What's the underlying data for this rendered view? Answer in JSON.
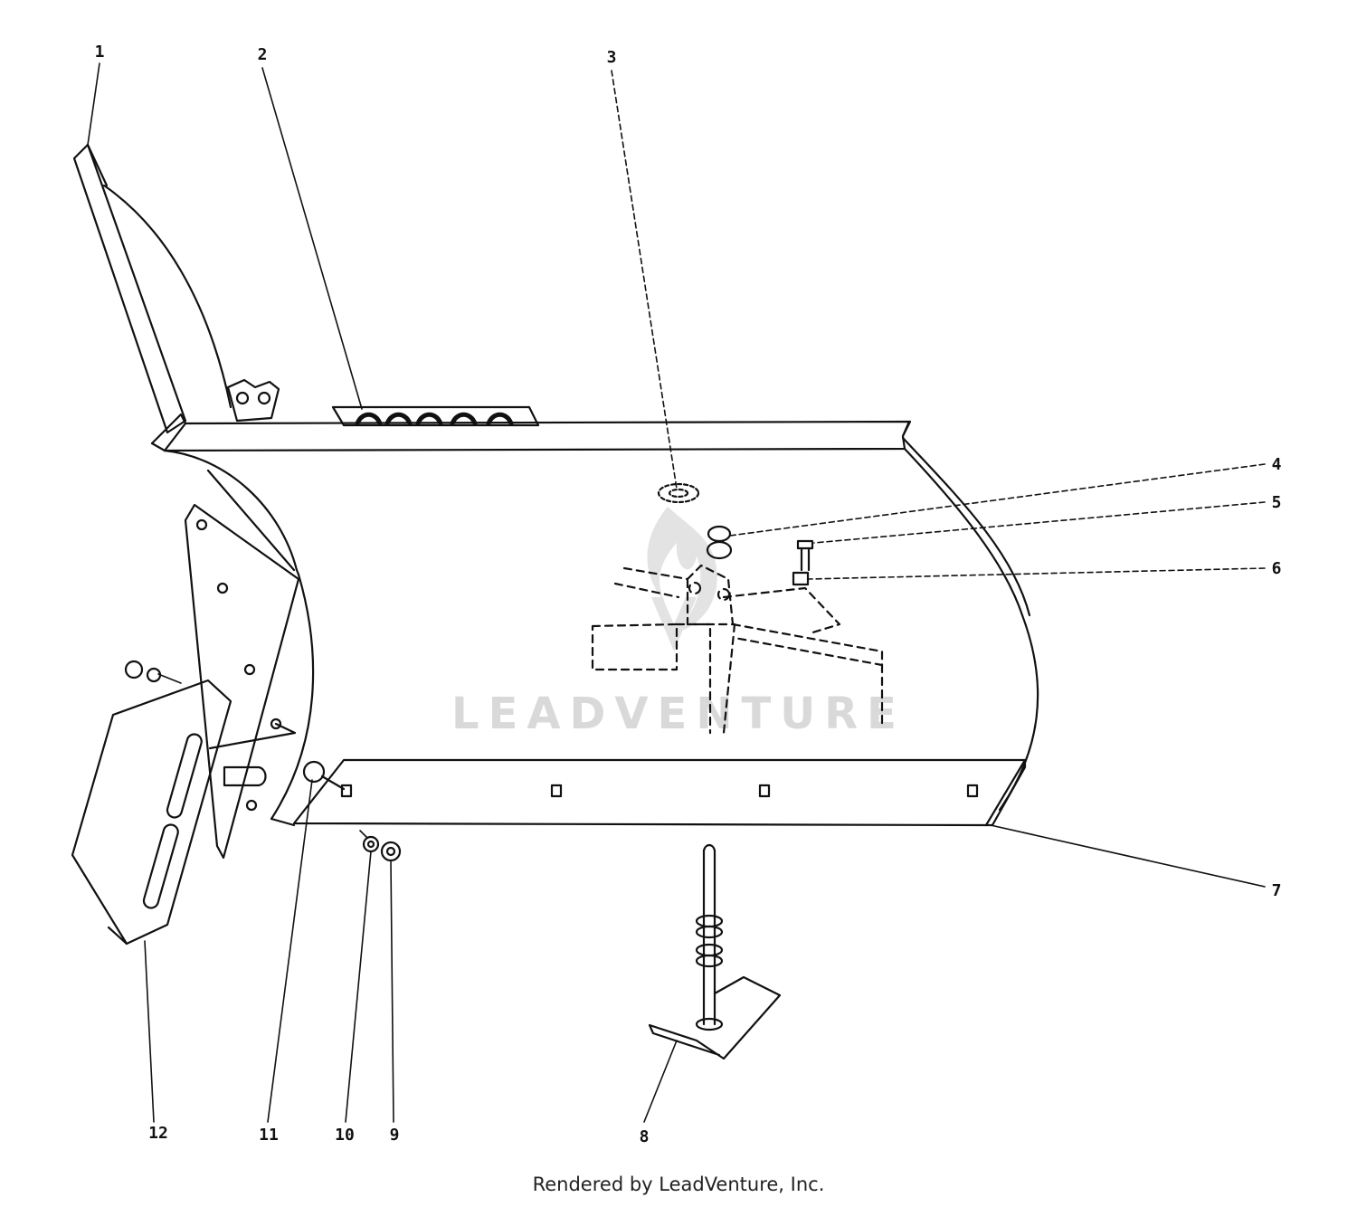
{
  "callouts": [
    {
      "id": "1",
      "label": "1"
    },
    {
      "id": "2",
      "label": "2"
    },
    {
      "id": "3",
      "label": "3"
    },
    {
      "id": "4",
      "label": "4"
    },
    {
      "id": "5",
      "label": "5"
    },
    {
      "id": "6",
      "label": "6"
    },
    {
      "id": "7",
      "label": "7"
    },
    {
      "id": "8",
      "label": "8"
    },
    {
      "id": "9",
      "label": "9"
    },
    {
      "id": "10",
      "label": "10"
    },
    {
      "id": "11",
      "label": "11"
    },
    {
      "id": "12",
      "label": "12"
    }
  ],
  "watermark": "LEADVENTURE",
  "footer": "Rendered by LeadVenture, Inc."
}
